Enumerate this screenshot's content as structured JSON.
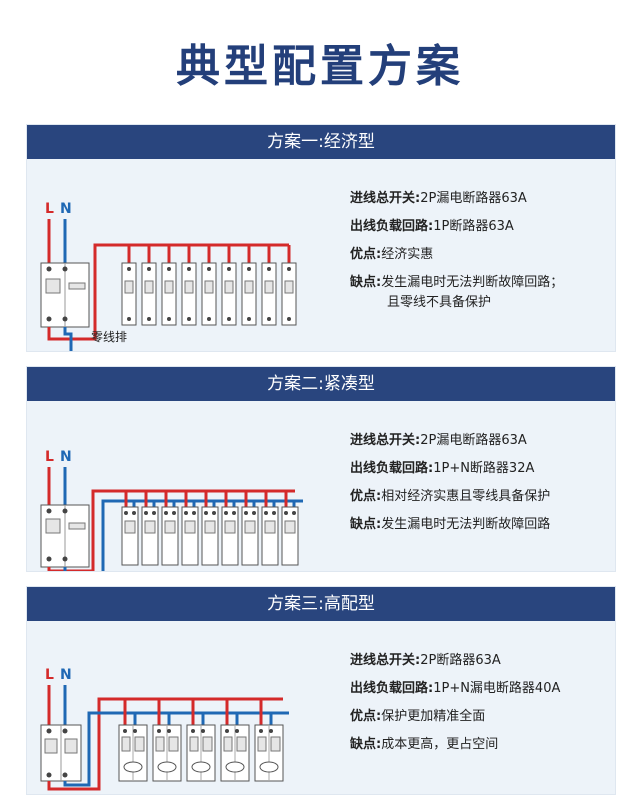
{
  "title": "典型配置方案",
  "colors": {
    "header": "#29457e",
    "title": "#233f7a",
    "live_wire": "#d42a2a",
    "neutral_wire": "#1f68b4",
    "panel_bg": "#edf3f9"
  },
  "schemes": [
    {
      "heading": "方案一:经济型",
      "label_l": "L",
      "label_n": "N",
      "busbar_label": "零线排",
      "specs": [
        {
          "key": "进线总开关:",
          "value": "2P漏电断路器63A"
        },
        {
          "key": "出线负载回路:",
          "value": "1P断路器63A"
        },
        {
          "key": "优点:",
          "value": "经济实惠"
        },
        {
          "key": "缺点:",
          "value": "发生漏电时无法判断故障回路；",
          "cont": "且零线不具备保护"
        }
      ]
    },
    {
      "heading": "方案二:紧凑型",
      "label_l": "L",
      "label_n": "N",
      "specs": [
        {
          "key": "进线总开关:",
          "value": "2P漏电断路器63A"
        },
        {
          "key": "出线负载回路:",
          "value": "1P+N断路器32A"
        },
        {
          "key": "优点:",
          "value": "相对经济实惠且零线具备保护"
        },
        {
          "key": "缺点:",
          "value": "发生漏电时无法判断故障回路"
        }
      ]
    },
    {
      "heading": "方案三:高配型",
      "label_l": "L",
      "label_n": "N",
      "specs": [
        {
          "key": "进线总开关:",
          "value": "2P断路器63A"
        },
        {
          "key": "出线负载回路:",
          "value": "1P+N漏电断路器40A"
        },
        {
          "key": "优点:",
          "value": "保护更加精准全面"
        },
        {
          "key": "缺点:",
          "value": "成本更高，更占空间"
        }
      ]
    }
  ]
}
